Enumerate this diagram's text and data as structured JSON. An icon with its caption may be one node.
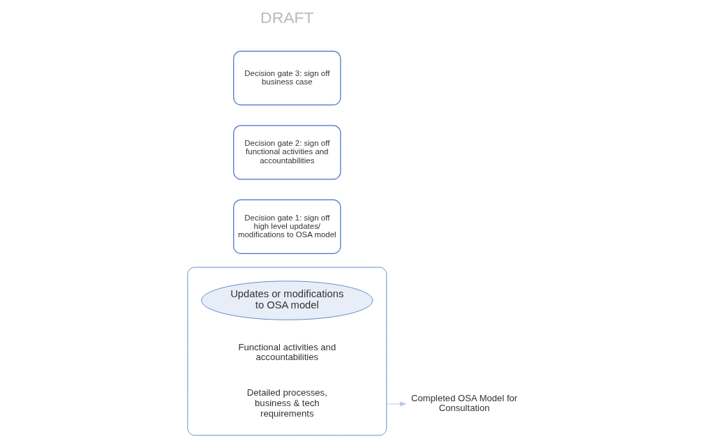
{
  "diagram": {
    "nodes": [
      {
        "text": [],
        "shape": "funnel"
      },
      {
        "text": [
          "Updates or modifications to OSA model"
        ],
        "in": 0
      },
      {
        "text": [
          "Functional activities and accountabilities"
        ],
        "in": 0
      },
      {
        "text": [
          "Detailed processes, business & tech requirements"
        ],
        "in": 0
      },
      {
        "text": [
          "Completed OSA Model for Consultation"
        ]
      },
      {
        "text": [
          "Decision gate 1: sign off high level updates/ modifications to OSA model"
        ]
      },
      {
        "text": [
          "Decision gate 2: sign off functional activities and accountabilities"
        ]
      },
      {
        "text": [
          "Decision gate 3: sign off business case"
        ]
      }
    ],
    "edges": [
      {
        "from": 0,
        "to": 4,
        "arrow": "to",
        "color": "#b4c7e7"
      }
    ],
    "labels": [
      "DRAFT"
    ]
  }
}
